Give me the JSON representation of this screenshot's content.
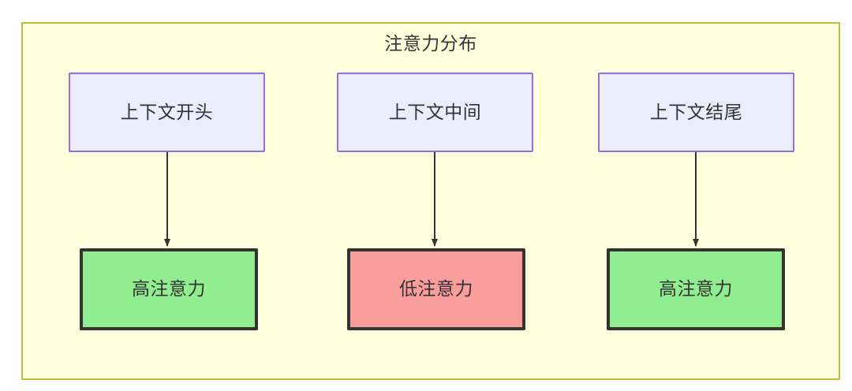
{
  "diagram": {
    "title": "注意力分布",
    "container": {
      "fill": "#ffffde",
      "stroke": "#bfbf3f"
    },
    "colors": {
      "context_fill": "#ececff",
      "context_stroke": "#9370db",
      "high_fill": "#90ee90",
      "low_fill": "#fa9d9d",
      "node_stroke": "#333333",
      "text": "#333333",
      "edge": "#333333"
    },
    "columns": [
      {
        "source": {
          "label": "上下文开头"
        },
        "target": {
          "label": "高注意力",
          "level": "high"
        }
      },
      {
        "source": {
          "label": "上下文中间"
        },
        "target": {
          "label": "低注意力",
          "level": "low"
        }
      },
      {
        "source": {
          "label": "上下文结尾"
        },
        "target": {
          "label": "高注意力",
          "level": "high"
        }
      }
    ]
  }
}
